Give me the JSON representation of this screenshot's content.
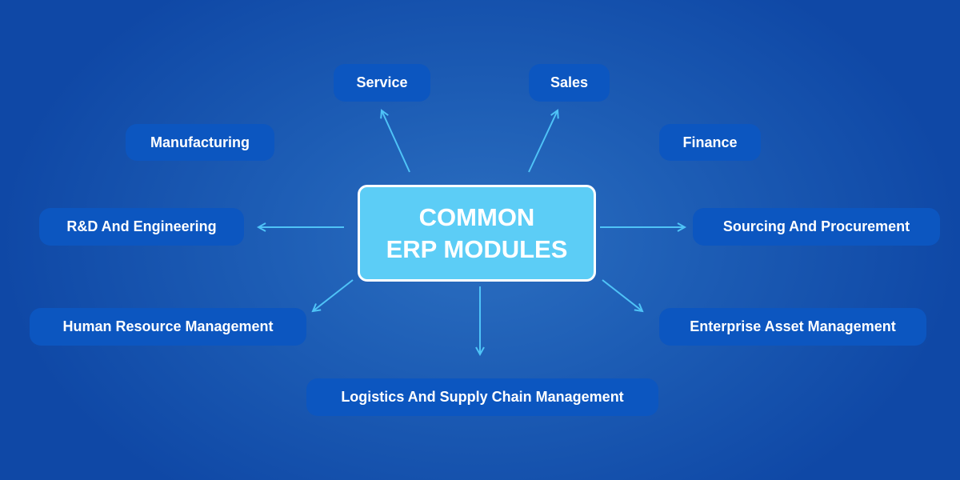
{
  "center": {
    "line1": "COMMON",
    "line2": "ERP MODULES"
  },
  "modules": {
    "service": "Service",
    "sales": "Sales",
    "manufacturing": "Manufacturing",
    "finance": "Finance",
    "rnd": "R&D And Engineering",
    "sourcing": "Sourcing And Procurement",
    "hr": "Human Resource Management",
    "eam": "Enterprise Asset Management",
    "logistics": "Logistics And Supply Chain Management"
  },
  "colors": {
    "arrow": "#4fc3f7",
    "box": "#0c56c0",
    "center": "#5ccdf6"
  }
}
